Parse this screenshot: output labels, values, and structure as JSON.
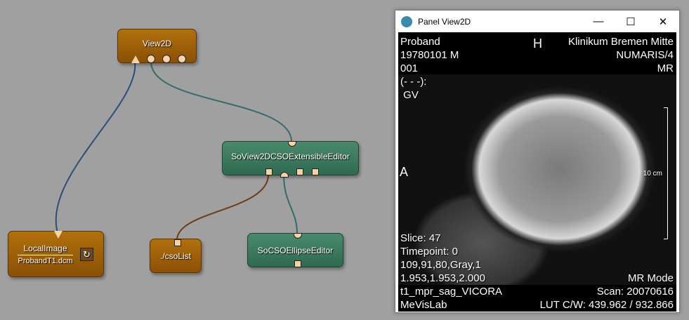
{
  "network": {
    "nodes": {
      "view2d": "View2D",
      "editor": "SoView2DCSOExtensibleEditor",
      "local_image": "LocalImage",
      "local_image_file": "ProbandT1.dcm",
      "cso_list": "./csoList",
      "ellipse_editor": "SoCSOEllipseEditor"
    },
    "colors": {
      "module_orange": "#9a5e08",
      "module_green": "#3b7a5e"
    }
  },
  "window": {
    "title": "Panel View2D",
    "minimize": "—",
    "maximize": "☐",
    "close": "✕",
    "overlay": {
      "top_left": [
        "Proband",
        "19780101  M",
        "001",
        "(- - -):",
        " GV"
      ],
      "top_center": "H",
      "top_right": [
        "Klinikum Bremen Mitte",
        "NUMARIS/4",
        "MR"
      ],
      "left": "A",
      "scale": "10 cm",
      "bottom_left": [
        "Slice: 47",
        "Timepoint: 0",
        "109,91,80,Gray,1",
        "1.953,1.953,2.000",
        "t1_mpr_sag_VICORA",
        "MeVisLab"
      ],
      "bottom_right": [
        "MR Mode",
        "Scan: 20070616",
        "LUT C/W: 439.962 / 932.866"
      ]
    }
  }
}
